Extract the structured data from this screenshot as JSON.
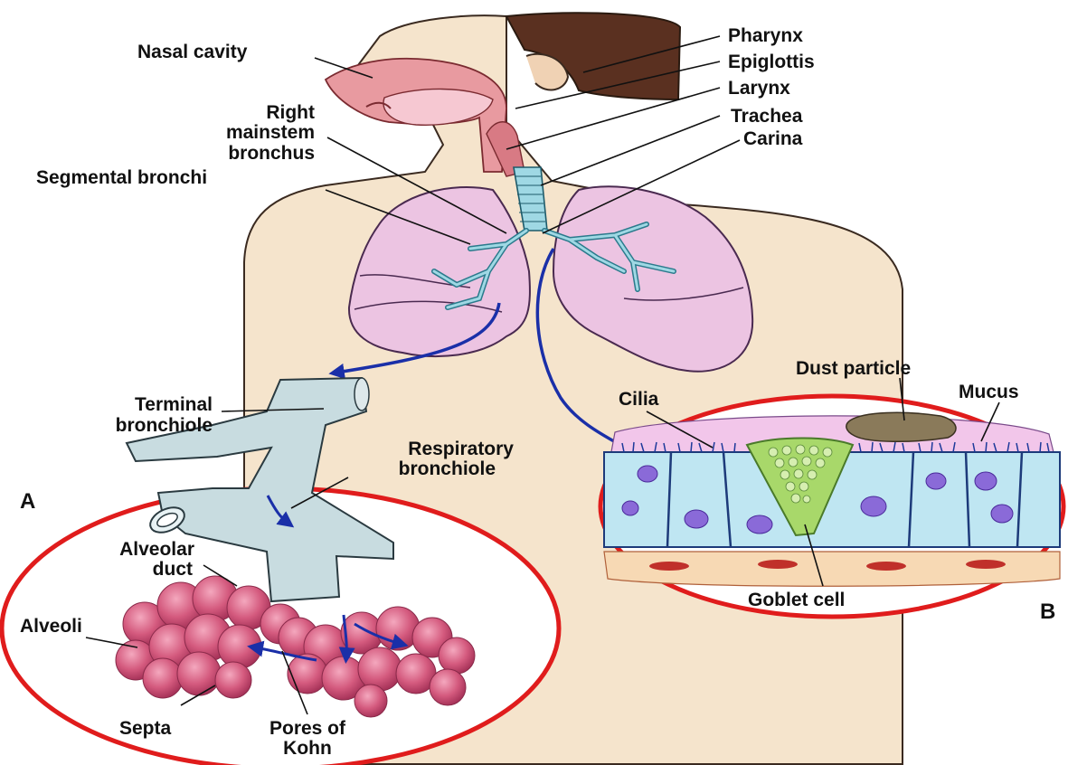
{
  "labels": {
    "nasal_cavity": "Nasal cavity",
    "right_mainstem": [
      "Right",
      "mainstem",
      "bronchus"
    ],
    "segmental_bronchi": "Segmental bronchi",
    "pharynx": "Pharynx",
    "epiglottis": "Epiglottis",
    "larynx": "Larynx",
    "trachea": "Trachea",
    "carina": "Carina",
    "terminal_bronchiole": [
      "Terminal",
      "bronchiole"
    ],
    "respiratory_bronchiole": [
      "Respiratory",
      "bronchiole"
    ],
    "alveolar_duct": [
      "Alveolar",
      "duct"
    ],
    "alveoli": "Alveoli",
    "septa": "Septa",
    "pores_of_kohn": [
      "Pores of",
      "Kohn"
    ],
    "dust_particle": "Dust particle",
    "cilia": "Cilia",
    "mucus": "Mucus",
    "goblet_cell": "Goblet cell",
    "panel_a": "A",
    "panel_b": "B"
  },
  "colors": {
    "skin": "#f5e4cc",
    "hair": "#5a3020",
    "lung": "#ecc4e2",
    "airway": "#9fd8e4",
    "bronchiole": "#c8dce0",
    "alveoli": "#d45a7e",
    "circle": "#e01c1c",
    "arrow": "#1a2fa8",
    "epithelium": "#bfe6f2",
    "goblet": "#a8d86a",
    "mucus_layer": "#f2c6ea"
  }
}
